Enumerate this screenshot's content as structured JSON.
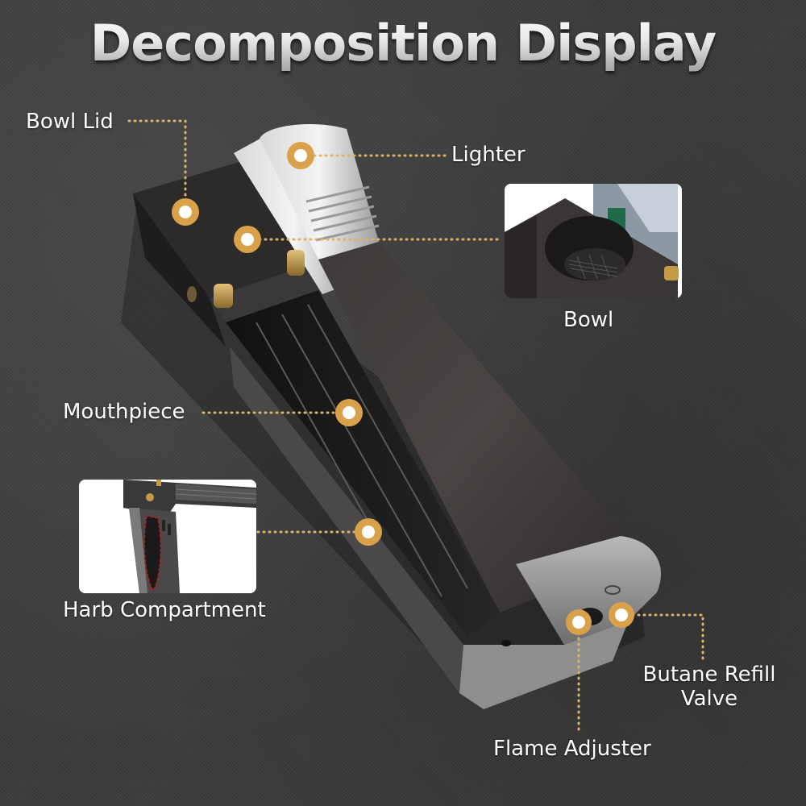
{
  "title": "Decomposition Display",
  "colors": {
    "background": "#3c3c3c",
    "callout_ring": "#d9a24a",
    "callout_center": "#ffffff",
    "leader_line": "#d9b46a",
    "label_text": "#ffffff"
  },
  "callouts": [
    {
      "id": "bowl-lid",
      "label": "Bowl Lid"
    },
    {
      "id": "lighter",
      "label": "Lighter"
    },
    {
      "id": "bowl",
      "label": "Bowl"
    },
    {
      "id": "mouthpiece",
      "label": "Mouthpiece"
    },
    {
      "id": "herb-compartment",
      "label": "Harb Compartment"
    },
    {
      "id": "butane-refill-valve",
      "label_line1": "Butane Refill",
      "label_line2": "Valve"
    },
    {
      "id": "flame-adjuster",
      "label": "Flame Adjuster"
    }
  ],
  "insets": [
    {
      "id": "bowl-inset",
      "caption_ref": "bowl"
    },
    {
      "id": "herb-compartment-inset",
      "caption_ref": "herb-compartment"
    }
  ]
}
